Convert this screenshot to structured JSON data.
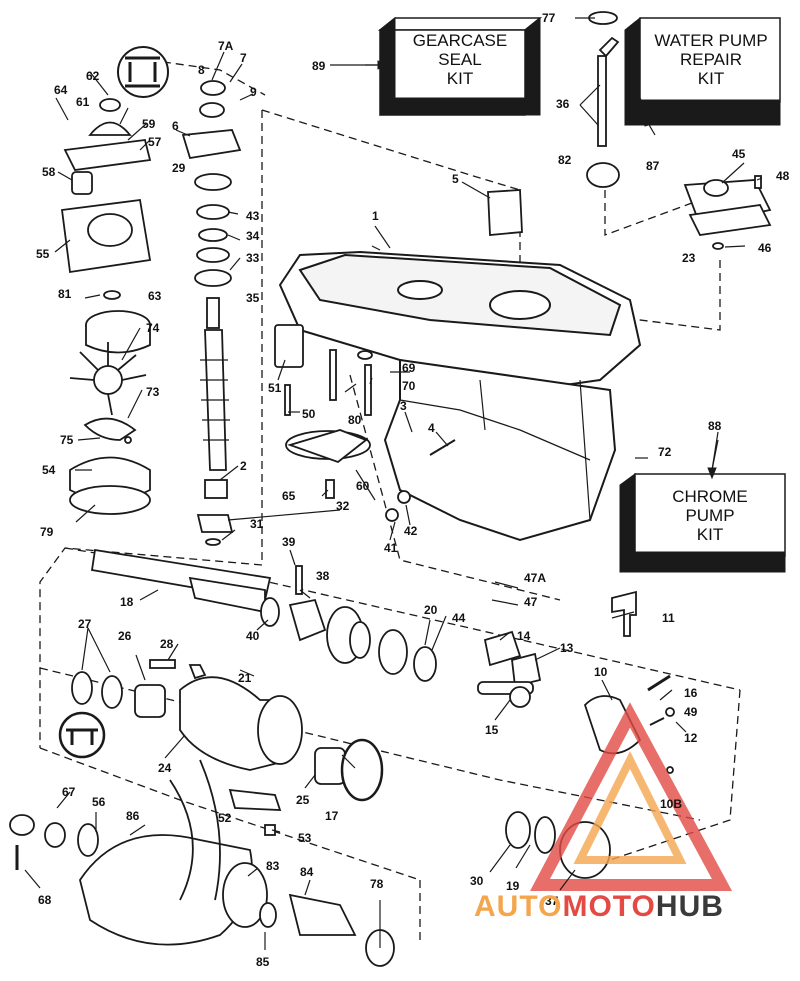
{
  "kits": {
    "gearcase_seal": {
      "number": "89",
      "lines": [
        "GEARCASE",
        "SEAL",
        "KIT"
      ]
    },
    "water_pump_repair": {
      "number": "87",
      "lines": [
        "WATER PUMP",
        "REPAIR",
        "KIT"
      ]
    },
    "chrome_pump": {
      "number": "88",
      "lines": [
        "CHROME",
        "PUMP",
        "KIT"
      ]
    }
  },
  "part_numbers": [
    "1",
    "2",
    "3",
    "4",
    "5",
    "6",
    "7",
    "7A",
    "8",
    "9",
    "10",
    "10B",
    "11",
    "12",
    "13",
    "14",
    "15",
    "16",
    "17",
    "18",
    "19",
    "20",
    "21",
    "23",
    "24",
    "25",
    "26",
    "27",
    "28",
    "29",
    "30",
    "31",
    "32",
    "33",
    "34",
    "35",
    "36",
    "37",
    "38",
    "39",
    "40",
    "41",
    "42",
    "43",
    "44",
    "45",
    "46",
    "47",
    "47A",
    "48",
    "49",
    "50",
    "51",
    "52",
    "53",
    "54",
    "55",
    "56",
    "57",
    "58",
    "59",
    "60",
    "61",
    "62",
    "63",
    "64",
    "65",
    "67",
    "68",
    "69",
    "70",
    "72",
    "73",
    "74",
    "75",
    "77",
    "78",
    "79",
    "80",
    "81",
    "82",
    "83",
    "84",
    "85",
    "86"
  ],
  "watermark": {
    "part_a": "AUTO",
    "part_b": "MOTO",
    "part_c": "HUB"
  },
  "colors": {
    "line": "#1a1a1a",
    "watermark_red": "#e34a44",
    "watermark_orange": "#f3a64e",
    "watermark_dark": "#3a3a3a"
  }
}
